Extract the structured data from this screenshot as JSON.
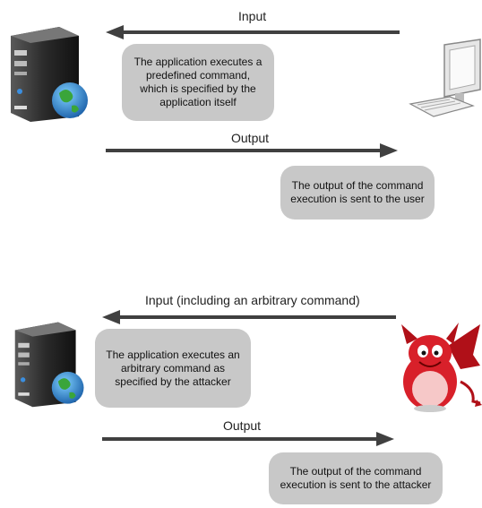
{
  "scenario_normal": {
    "input_label": "Input",
    "output_label": "Output",
    "server_note": "The application executes a predefined command, which is specified by the application itself",
    "output_note": "The output of the command execution is sent to the user",
    "server_icon": "server-globe-icon",
    "client_icon": "computer-icon"
  },
  "scenario_attack": {
    "input_label": "Input (including an arbitrary command)",
    "output_label": "Output",
    "server_note": "The application executes an arbitrary command as specified by the attacker",
    "output_note": "The output of the command execution is sent to the attacker",
    "server_icon": "server-globe-icon",
    "attacker_icon": "devil-icon"
  },
  "colors": {
    "arrow": "#404040",
    "bubble": "#c8c8c8",
    "devil": "#d8202a"
  }
}
